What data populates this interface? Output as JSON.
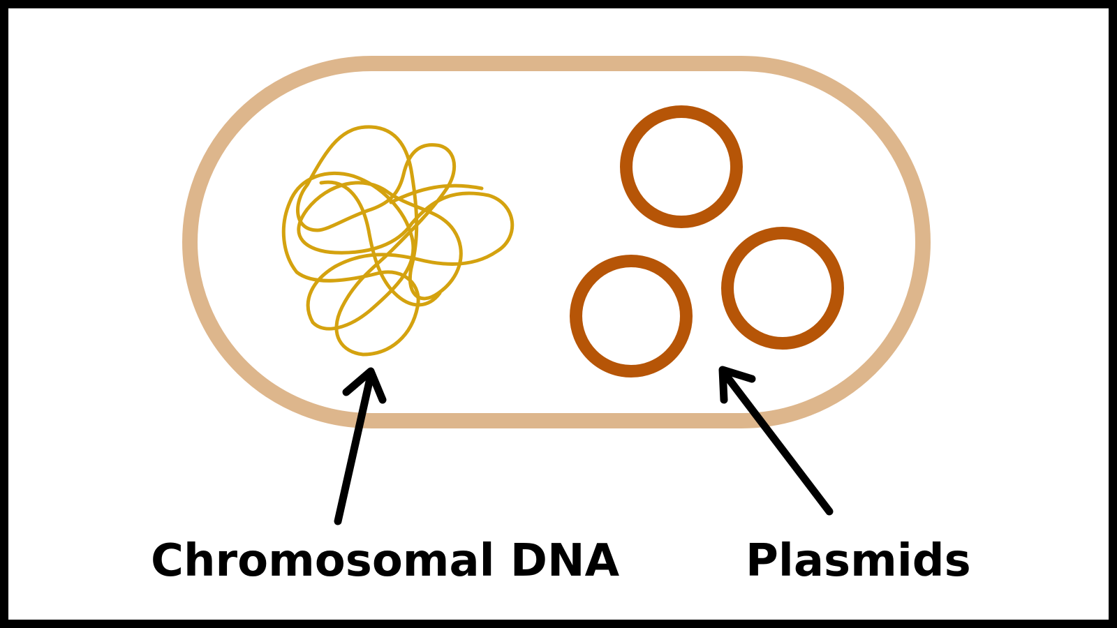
{
  "labels": {
    "chromosomal_dna": "Chromosomal DNA",
    "plasmids": "Plasmids"
  },
  "colors": {
    "frame_border": "#000000",
    "cell_membrane": "#DDB68C",
    "chromosomal_dna": "#D4A20F",
    "plasmid": "#B65507",
    "arrow": "#000000"
  },
  "counts": {
    "plasmids": 3
  },
  "icons": {
    "chromosome": "tangled-loop-icon",
    "plasmid": "ring-icon",
    "pointer": "arrow-icon"
  }
}
